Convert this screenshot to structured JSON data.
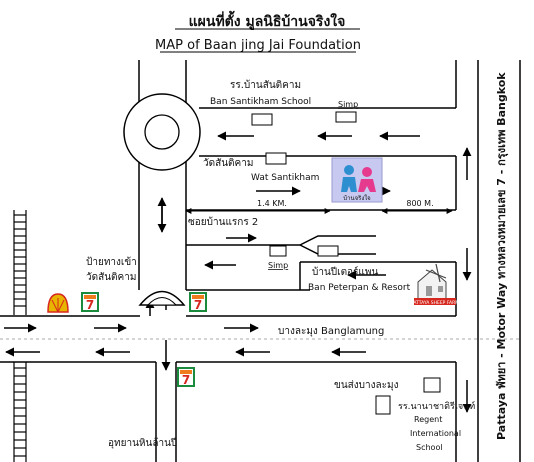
{
  "title_th": "แผนที่ตั้ง มูลนิธิบ้านจริงใจ",
  "title_en": "MAP of Baan jing Jai Foundation",
  "labels": {
    "school_th": "รร.บ้านสันติคาม",
    "school_en": "Ban Santikham School",
    "simp_top": "Simp",
    "temple_th": "วัดสันติคาม",
    "temple_en": "Wat Santikham",
    "dist_1": "1.4 KM.",
    "dist_2": "800 M.",
    "soi": "ซอยบ้านแรกร 2",
    "entrance_th1": "ป้ายทางเข้า",
    "entrance_th2": "วัดสันติคาม",
    "simp_mid": "Simp",
    "peterpan_th": "บ้านปีเตอร์แพน",
    "peterpan_en": "Ban Peterpan & Resort",
    "banglamung_th": "บางละมุง",
    "banglamung_en": "Banglamung",
    "transport_th": "ขนส่งบางละมุง",
    "regent_th": "รร.นานาชาติรีเจนท์",
    "regent_en1": "Regent",
    "regent_en2": "International",
    "regent_en3": "School",
    "park_th": "อุทยานหินล้านปี",
    "motorway": "Pattaya พัทยา  -  Motor Way ทางหลวงหมายเลข 7  -  กรุงเทพ Bangkok",
    "logo_text": "บ้านจริงใจ",
    "sheep_farm": "PATTAYA SHEEP FARM",
    "seven_eleven": "7",
    "shell": "Shell"
  },
  "icons": {
    "shell_color": "#e8b400",
    "seven_green": "#1a8a3c",
    "seven_red": "#d6281e",
    "seven_orange": "#f07b1c",
    "logo_bg": "#c7c9f0",
    "figure_blue": "#2d8fd0",
    "figure_pink": "#e63a8f"
  }
}
